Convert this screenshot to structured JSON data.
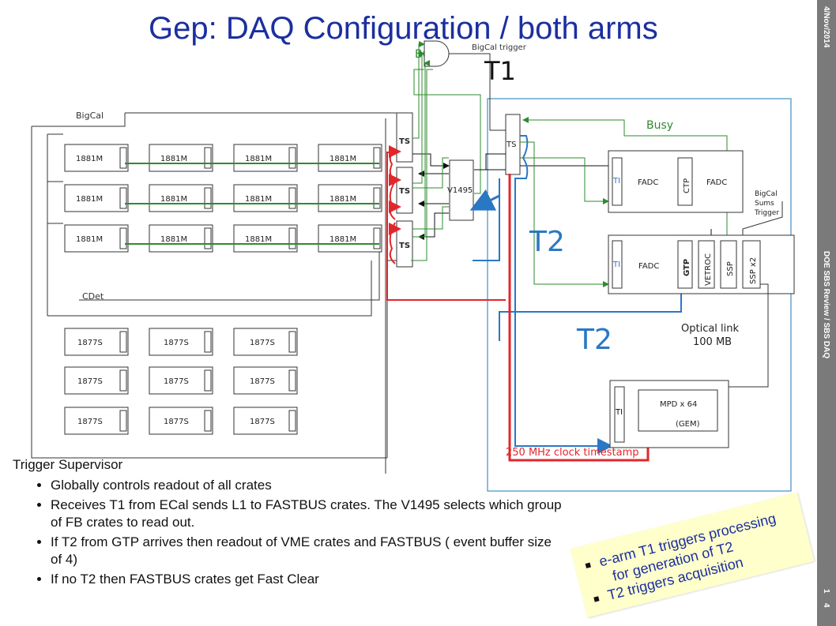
{
  "title": "Gep: DAQ Configuration / both arms",
  "sidebar": {
    "date": "4/Nov/2014",
    "review": "DOE SBS Review / SBS DAQ",
    "page_a": "1",
    "page_b": "4"
  },
  "diagram": {
    "busy_left": "Busy",
    "bigcal_trigger": "BigCal trigger",
    "t1": "T1",
    "busy_right": "Busy",
    "bigcal": "BigCal",
    "cdet": "CDet",
    "m1881": "1881M",
    "m1877": "1877S",
    "ts": "TS",
    "v1495": "V1495",
    "t2_upper": "T2",
    "t2_lower": "T2",
    "ti": "TI",
    "fadc": "FADC",
    "ctp": "CTP",
    "gtp": "GTP",
    "vetroc": "VETROC",
    "ssp": "SSP",
    "sspx2": "SSP x2",
    "bigcal_sums_1": "BigCal",
    "bigcal_sums_2": "Sums",
    "bigcal_sums_3": "Trigger",
    "optical_1": "Optical link",
    "optical_2": "100 MB",
    "mpd": "MPD x 64",
    "gem": "(GEM)",
    "clock": "250 MHz clock timestamp",
    "colors": {
      "green": "#2e8b2e",
      "red": "#e3262b",
      "blue": "#2a78c4",
      "navy": "#1b2fa0"
    }
  },
  "bullets": {
    "heading": "Trigger Supervisor",
    "items": [
      "Globally controls readout of all crates",
      " Receives T1 from ECal sends L1 to FASTBUS crates. The V1495 selects which group of FB crates to read out.",
      "If  T2 from GTP arrives then readout of VME crates and FASTBUS ( event buffer size of 4)",
      "If no T2 then FASTBUS crates get Fast Clear"
    ]
  },
  "note": {
    "line1": "e-arm T1 triggers processing",
    "line2": "for generation of T2",
    "line3": "T2 triggers acquisition"
  }
}
